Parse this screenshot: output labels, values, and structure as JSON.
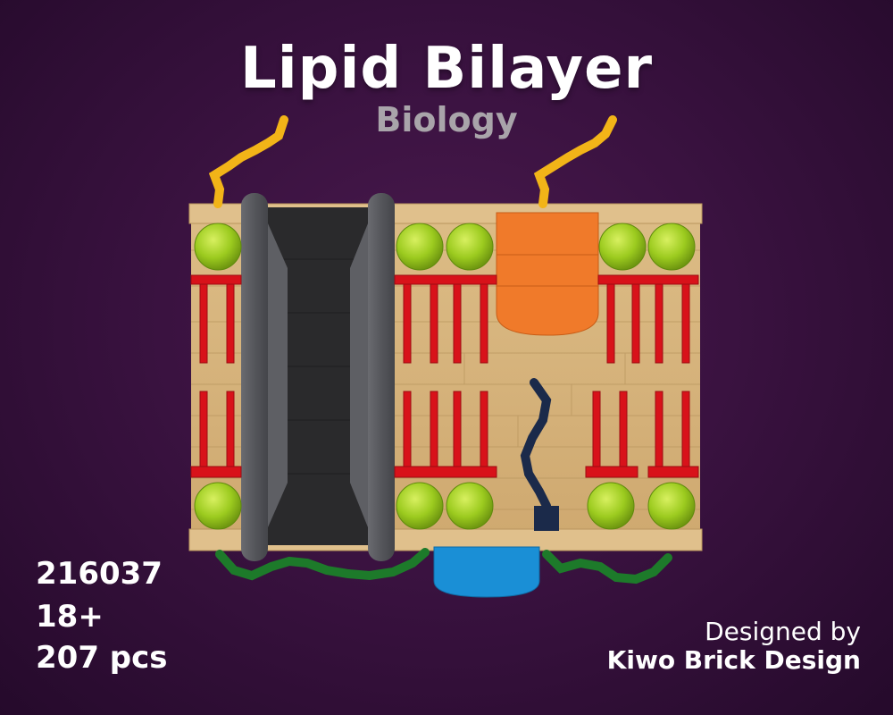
{
  "title": "Lipid Bilayer",
  "subtitle": "Biology",
  "set_info": {
    "number": "216037",
    "age": "18+",
    "pieces": "207 pcs"
  },
  "credit": {
    "line1": "Designed by",
    "line2": "Kiwo Brick Design"
  },
  "colors": {
    "background": "#3a1240",
    "tan": "#d8b57c",
    "lime": "#9ccb1f",
    "red": "#d8121a",
    "dark_gray": "#55565b",
    "black": "#2a2a2c",
    "orange": "#f07a2a",
    "blue": "#1a8fd6",
    "yellow": "#f2b418",
    "green": "#1d7a2a",
    "navy": "#1b2a4a"
  }
}
